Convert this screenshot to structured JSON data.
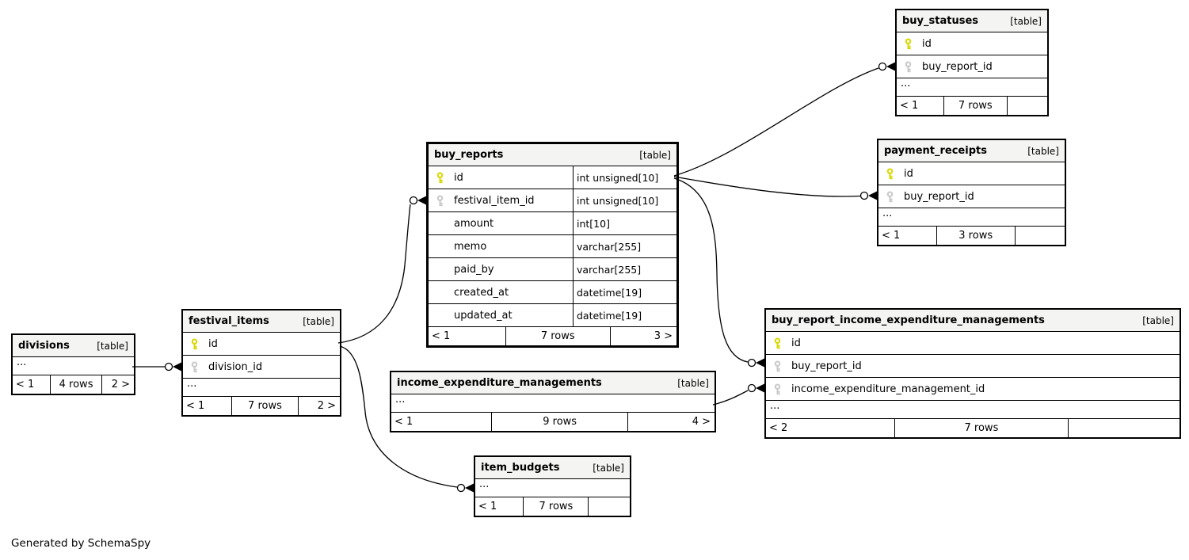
{
  "diagram": {
    "generator_note": "Generated by SchemaSpy"
  },
  "colors": {
    "primary_key_icon": "#d8d800",
    "foreign_key_icon": "#c9c9c9",
    "table_header_bg": "#f4f4f2",
    "border": "#000000"
  },
  "tables": [
    {
      "name": "divisions",
      "tag": "[table]",
      "ellipsis": "...",
      "columns": [],
      "footer": {
        "left": "< 1",
        "center": "4 rows",
        "right": "2 >"
      }
    },
    {
      "name": "festival_items",
      "tag": "[table]",
      "ellipsis": "...",
      "columns": [
        {
          "name": "id",
          "key": "primary"
        },
        {
          "name": "division_id",
          "key": "foreign"
        }
      ],
      "footer": {
        "left": "< 1",
        "center": "7 rows",
        "right": "2 >"
      }
    },
    {
      "name": "buy_reports",
      "tag": "[table]",
      "columns": [
        {
          "name": "id",
          "key": "primary",
          "type": "int unsigned[10]"
        },
        {
          "name": "festival_item_id",
          "key": "foreign",
          "type": "int unsigned[10]"
        },
        {
          "name": "amount",
          "key": "",
          "type": "int[10]"
        },
        {
          "name": "memo",
          "key": "",
          "type": "varchar[255]"
        },
        {
          "name": "paid_by",
          "key": "",
          "type": "varchar[255]"
        },
        {
          "name": "created_at",
          "key": "",
          "type": "datetime[19]"
        },
        {
          "name": "updated_at",
          "key": "",
          "type": "datetime[19]"
        }
      ],
      "footer": {
        "left": "< 1",
        "center": "7 rows",
        "right": "3 >"
      }
    },
    {
      "name": "buy_statuses",
      "tag": "[table]",
      "ellipsis": "...",
      "columns": [
        {
          "name": "id",
          "key": "primary"
        },
        {
          "name": "buy_report_id",
          "key": "foreign"
        }
      ],
      "footer": {
        "left": "< 1",
        "center": "7 rows",
        "right": ""
      }
    },
    {
      "name": "payment_receipts",
      "tag": "[table]",
      "ellipsis": "...",
      "columns": [
        {
          "name": "id",
          "key": "primary"
        },
        {
          "name": "buy_report_id",
          "key": "foreign"
        }
      ],
      "footer": {
        "left": "< 1",
        "center": "3 rows",
        "right": ""
      }
    },
    {
      "name": "income_expenditure_managements",
      "tag": "[table]",
      "ellipsis": "...",
      "columns": [],
      "footer": {
        "left": "< 1",
        "center": "9 rows",
        "right": "4 >"
      }
    },
    {
      "name": "buy_report_income_expenditure_managements",
      "tag": "[table]",
      "ellipsis": "...",
      "columns": [
        {
          "name": "id",
          "key": "primary"
        },
        {
          "name": "buy_report_id",
          "key": "foreign"
        },
        {
          "name": "income_expenditure_management_id",
          "key": "foreign"
        }
      ],
      "footer": {
        "left": "< 2",
        "center": "7 rows",
        "right": ""
      }
    },
    {
      "name": "item_budgets",
      "tag": "[table]",
      "ellipsis": "...",
      "columns": [],
      "footer": {
        "left": "< 1",
        "center": "7 rows",
        "right": ""
      }
    }
  ],
  "relationships": [
    {
      "from": "divisions",
      "to": "festival_items.division_id"
    },
    {
      "from": "festival_items.id",
      "to": "buy_reports.festival_item_id"
    },
    {
      "from": "festival_items.id",
      "to": "item_budgets"
    },
    {
      "from": "buy_reports.id",
      "to": "buy_statuses.buy_report_id"
    },
    {
      "from": "buy_reports.id",
      "to": "payment_receipts.buy_report_id"
    },
    {
      "from": "buy_reports.id",
      "to": "buy_report_income_expenditure_managements.buy_report_id"
    },
    {
      "from": "income_expenditure_managements",
      "to": "buy_report_income_expenditure_managements.income_expenditure_management_id"
    }
  ]
}
